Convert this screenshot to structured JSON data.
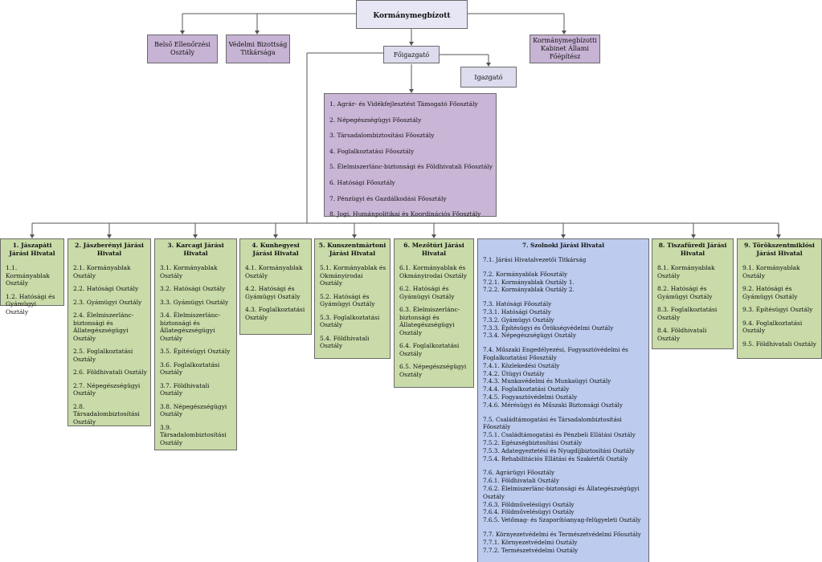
{
  "top": "Kormánymegbízott",
  "left_units": [
    "Belső Ellenőrzési Osztály",
    "Védelmi Bizottság Titkársága"
  ],
  "right_unit": "Kormánymegbízotti Kabinet Állami Főépítész",
  "director": "Főigazgató",
  "deputy": "Igazgató",
  "main_departments": [
    "1. Agrár- és Vidékfejlesztést Támogató Főosztály",
    "2. Népegészségügyi Főosztály",
    "3. Társadalombiztosítási Főosztály",
    "4. Foglalkoztatási Főosztály",
    "5. Élelmiszerlánc-biztonsági és Földhivatali Főosztály",
    "6. Hatósági Főosztály",
    "7. Pénzügyi és Gazdálkodási Főosztály",
    "8. Jogi, Humánpolitikai és Koordinációs Főosztály"
  ],
  "offices": [
    {
      "title": "1. Jászapáti Járási Hivatal",
      "items": [
        "1.1. Kormányablak Osztály",
        "1.2. Hatósági és Gyámügyi Osztály"
      ]
    },
    {
      "title": "2. Jászberényi Járási Hivatal",
      "items": [
        "2.1. Kormányablak Osztály",
        "2.2. Hatósági Osztály",
        "2.3. Gyámügyi Osztály",
        "2.4. Élelmiszerlánc-biztonsági és Állategészségügyi Osztály",
        "2.5. Foglalkoztatási Osztály",
        "2.6. Földhivatali Osztály",
        "2.7. Népegészségügyi Osztály",
        "2.8. Társadalombiztosítási Osztály"
      ]
    },
    {
      "title": "3. Karcagi Járási Hivatal",
      "items": [
        "3.1. Kormányablak Osztály",
        "3.2. Hatósági Osztály",
        "3.3. Gyámügyi Osztály",
        "3.4. Élelmiszerlánc-biztonsági és Állategészségügyi Osztály",
        "3.5. Építésügyi Osztály",
        "3.6. Foglalkoztatási Osztály",
        "3.7. Földhivatali Osztály",
        "3.8. Népegészségügyi Osztály",
        "3.9. Társadalombiztosítási Osztály"
      ]
    },
    {
      "title": "4. Kunhegyesi Járási Hivatal",
      "items": [
        "4.1. Kormányablak Osztály",
        "4.2. Hatósági és Gyámügyi Osztály",
        "4.3. Foglalkoztatási Osztály"
      ]
    },
    {
      "title": "5. Kunszentmártoni Járási Hivatal",
      "items": [
        "5.1. Kormányablak és Okmányirodai Osztály",
        "5.2. Hatósági és Gyámügyi Osztály",
        "5.3. Foglalkoztatási Osztály",
        "5.4. Földhivatali Osztály"
      ]
    },
    {
      "title": "6. Mezőtúri Járási Hivatal",
      "items": [
        "6.1. Kormányablak és Okmányirodai Osztály",
        "6.2. Hatósági és Gyámügyi Osztály",
        "6.3. Élelmiszerlánc-biztonsági és Állategészségügyi Osztály",
        "6.4. Foglalkoztatási Osztály",
        "6.5. Népegészségügyi Osztály"
      ]
    },
    {
      "title": "7. Szolnoki Járási Hivatal",
      "groups": [
        [
          "7.1. Járási Hivatalvezetői Titkárság"
        ],
        [
          "7.2. Kormányablak Főosztály",
          "7.2.1. Kormányablak Osztály 1.",
          "7.2.2. Kormányablak Osztály 2."
        ],
        [
          "7.3. Hatósági Főosztály",
          "7.3.1. Hatósági Osztály",
          "7.3.2. Gyámügyi Osztály",
          "7.3.3. Építésügyi és Örökségvédelmi Osztály",
          "7.3.4. Népegészségügyi Osztály"
        ],
        [
          "7.4. Műszaki Engedélyezési, Fogyasztóvédelmi és Foglalkoztatási Főosztály",
          "7.4.1. Közlekedési Osztály",
          "7.4.2. Útügyi Osztály",
          "7.4.3. Munkavédelmi és Munkaügyi Osztály",
          "7.4.4. Foglalkoztatási Osztály",
          "7.4.5. Fogyasztóvédelmi Osztály",
          "7.4.6. Mérésügyi és Műszaki Biztonsági Osztály"
        ],
        [
          "7.5. Családtámogatási és Társadalombiztosítási Főosztály",
          "7.5.1. Családtámogatási és Pénzbeli Ellátási Osztály",
          "7.5.2. Egészségbiztosítási Osztály",
          "7.5.3. Adategyeztetési és Nyugdíjbiztosítási Osztály",
          "7.5.4. Rehabilitációs Ellátási és Szakértői Osztály"
        ],
        [
          "7.6. Agrárügyi Főosztály",
          "7.6.1. Földhivatali Osztály",
          "7.6.2. Élelmiszerlánc-biztonsági és Állategészségügyi Osztály",
          "7.6.3. Földművelésügyi Osztály",
          "7.6.4. Földművelésügyi Osztály",
          "7.6.5. Vetőmag- és Szaporítóanyag-felügyeleti Osztály"
        ],
        [
          "7.7. Környezetvédelmi és Természetvédelmi Főosztály",
          "7.7.1. Környezetvédelmi Osztály",
          "7.7.2. Természetvédelmi Osztály"
        ]
      ]
    },
    {
      "title": "8. Tiszafüredi Járási Hivatal",
      "items": [
        "8.1. Kormányablak Osztály",
        "8.2. Hatósági és Gyámügyi Osztály",
        "8.3. Foglalkoztatási Osztály",
        "8.4. Földhivatali Osztály"
      ]
    },
    {
      "title": "9. Törökszentmiklósi Járási Hivatal",
      "items": [
        "9.1. Kormányablak Osztály",
        "9.2. Hatósági és Gyámügyi Osztály",
        "9.3. Építésügyi Osztály",
        "9.4. Foglalkoztatási Osztály",
        "9.5. Földhivatali Osztály"
      ]
    }
  ]
}
